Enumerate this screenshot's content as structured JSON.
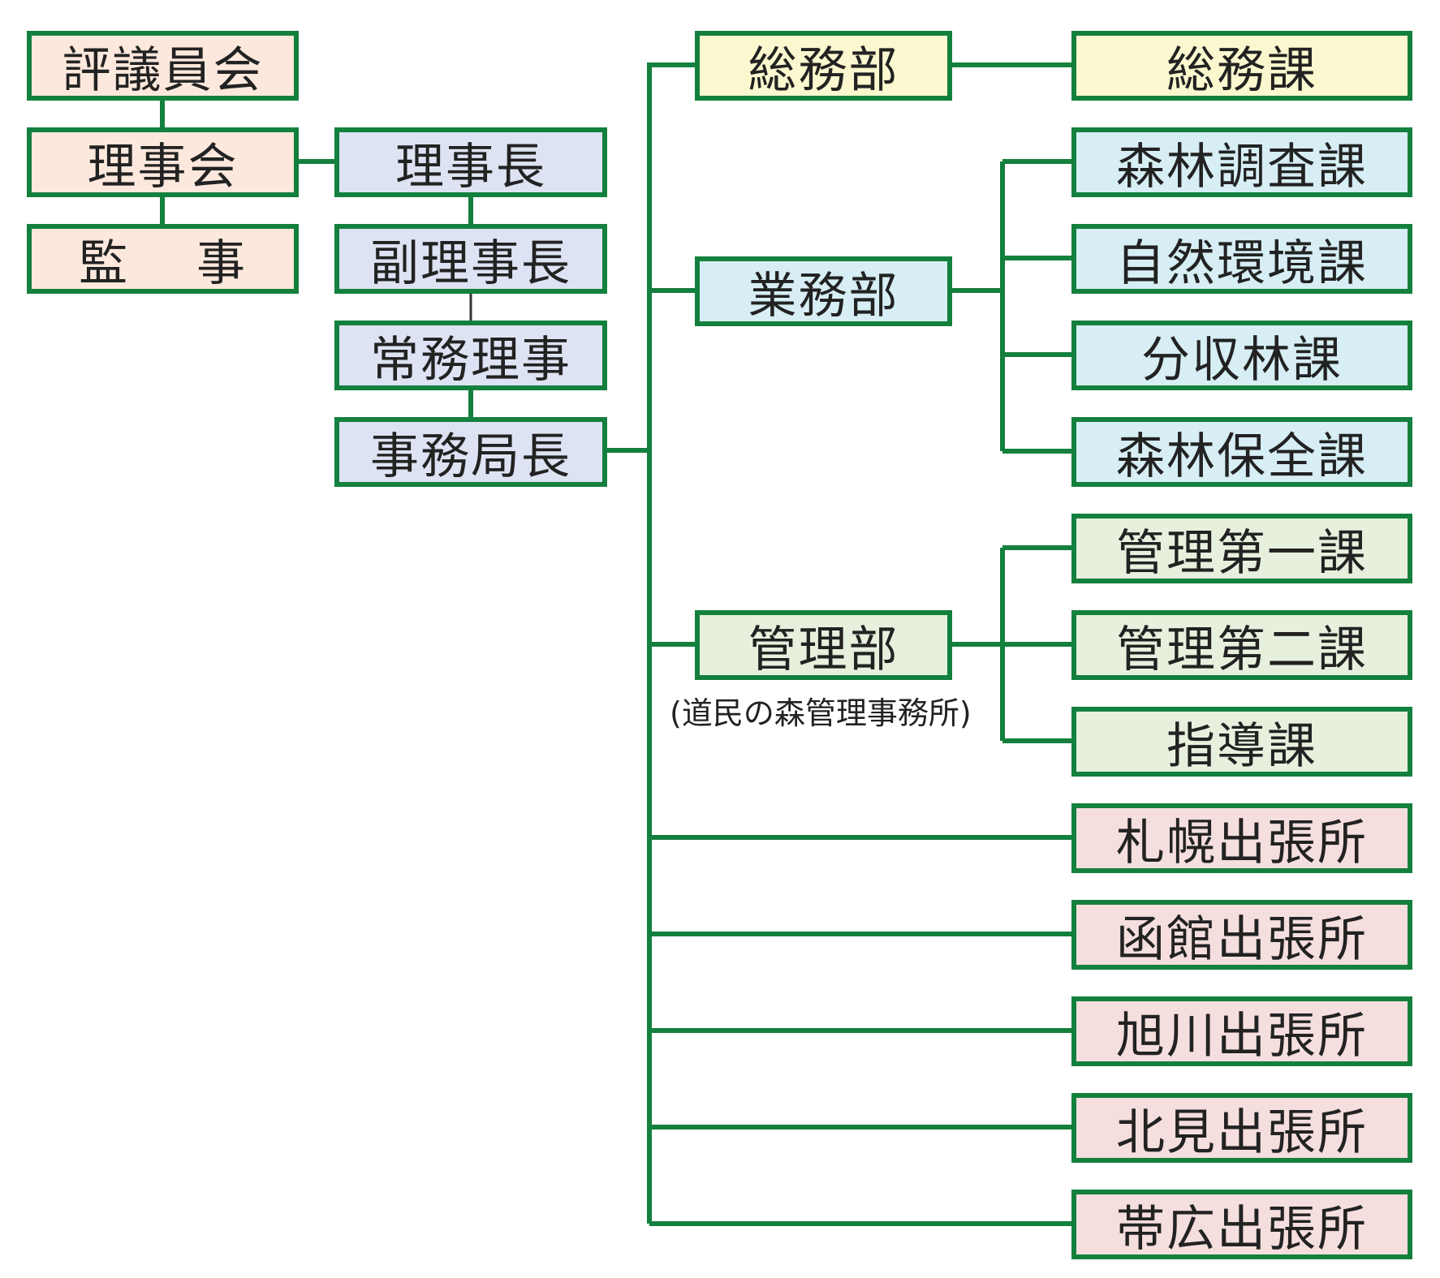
{
  "colors": {
    "line": "#13803d",
    "governance": "#fce8dc",
    "executive": "#dde3f3",
    "general_affairs": "#fbf8cf",
    "operations": "#d6eef4",
    "management": "#e7f0dd",
    "branch_offices": "#f5dede"
  },
  "governance": {
    "council": "評議員会",
    "board": "理事会",
    "auditor": "監　 事"
  },
  "executive": {
    "chairman": "理事長",
    "vice_chairman": "副理事長",
    "managing_director": "常務理事",
    "secretary_general": "事務局長"
  },
  "departments": {
    "general": {
      "name": "総務部",
      "sections": [
        "総務課"
      ]
    },
    "operations": {
      "name": "業務部",
      "sections": [
        "森林調査課",
        "自然環境課",
        "分収林課",
        "森林保全課"
      ]
    },
    "management": {
      "name": "管理部",
      "note": "(道民の森管理事務所)",
      "sections": [
        "管理第一課",
        "管理第二課",
        "指導課"
      ]
    }
  },
  "branch_offices": [
    "札幌出張所",
    "函館出張所",
    "旭川出張所",
    "北見出張所",
    "帯広出張所"
  ]
}
